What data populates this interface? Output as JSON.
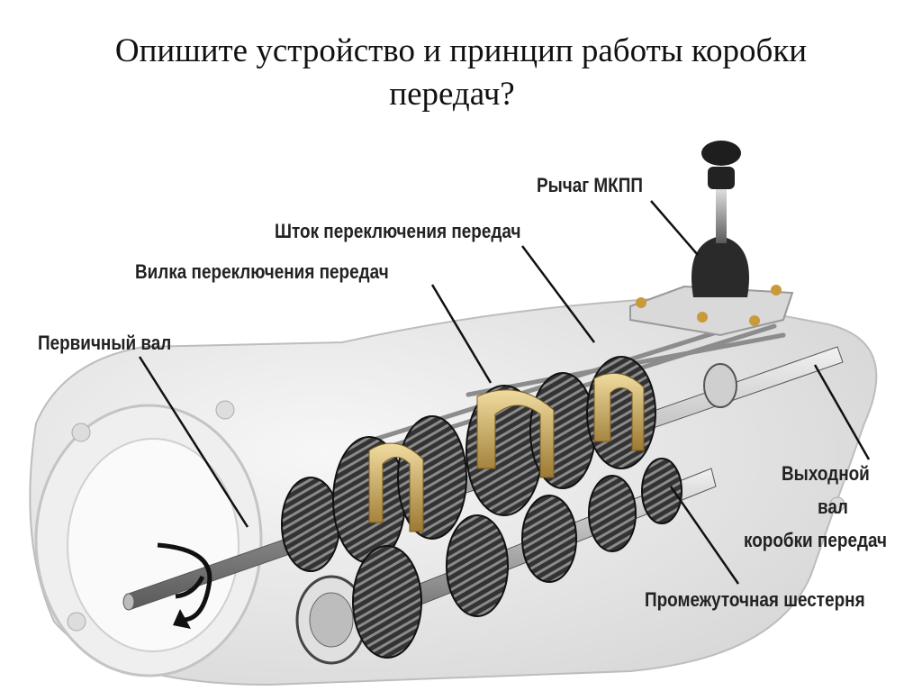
{
  "slide": {
    "title_line1": "Опишите устройство и принцип работы коробки",
    "title_line2": "передач?"
  },
  "labels": {
    "lever": "Рычаг МКПП",
    "shift_rod": "Шток переключения передач",
    "shift_fork": "Вилка переключения передач",
    "input_shaft": "Первичный вал",
    "output_shaft_1": "Выходной",
    "output_shaft_2": "вал",
    "output_shaft_3": "коробки передач",
    "countershaft": "Промежуточная шестерня"
  },
  "colors": {
    "housing": "#e6e6e6",
    "housing_edge": "#bdbdbd",
    "gear": "#3a3a3a",
    "gear_dark": "#1f1f1f",
    "fork": "#c8a55a",
    "shaft": "#9a9a9a",
    "leader": "#111111"
  }
}
